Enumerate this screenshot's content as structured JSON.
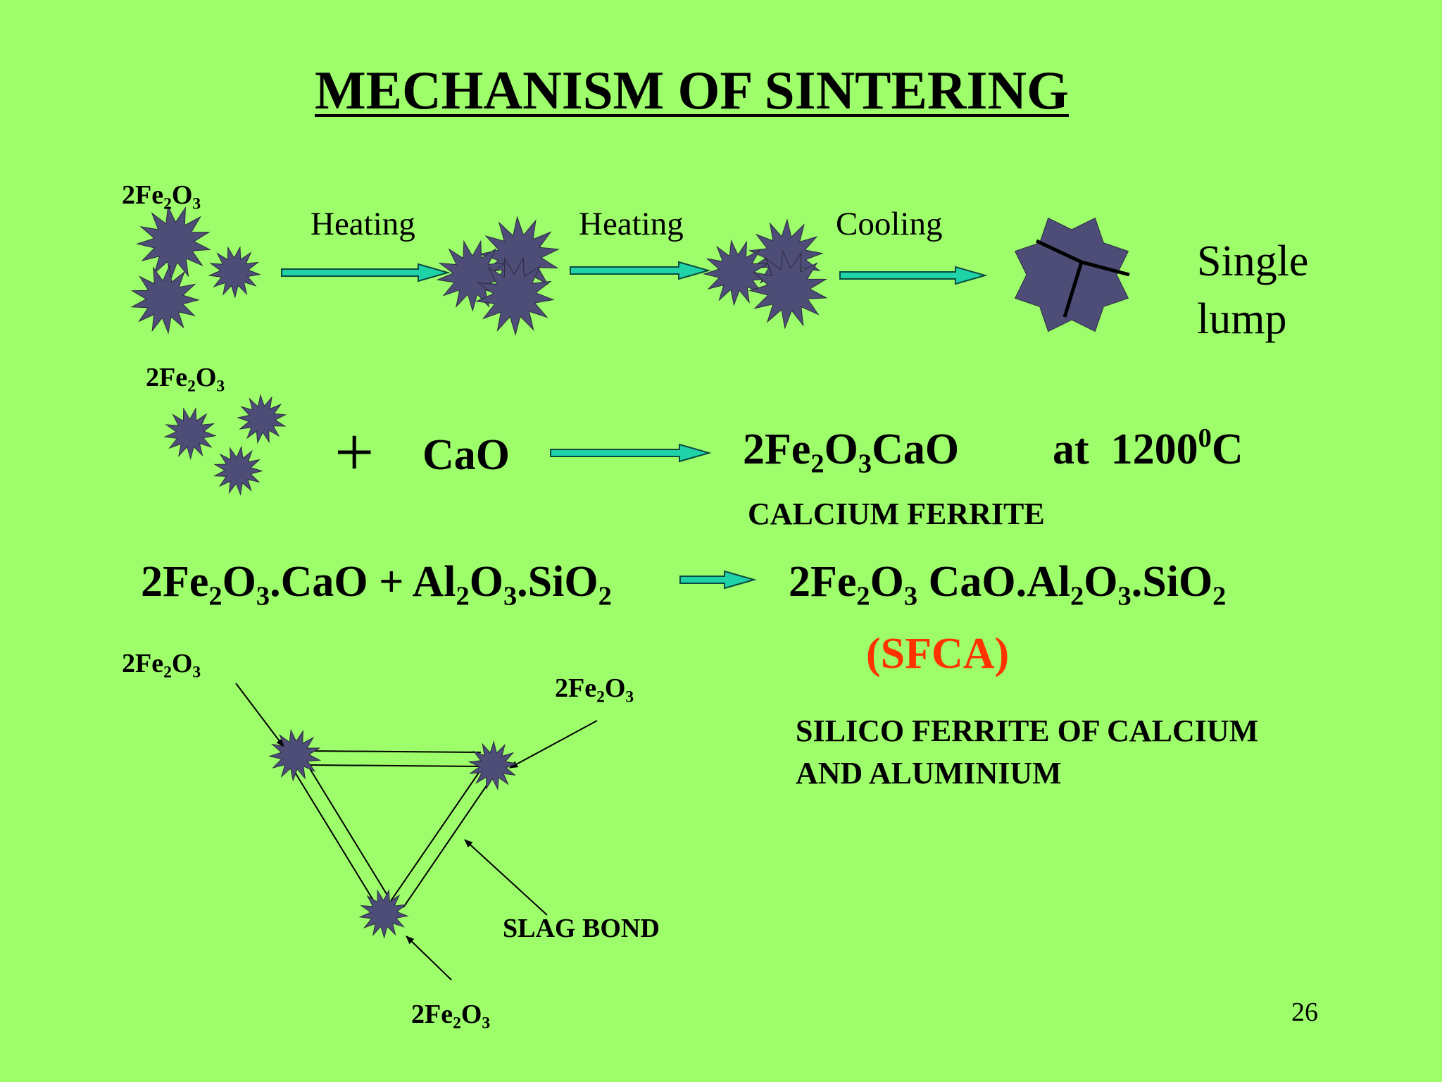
{
  "title": "MECHANISM OF SINTERING",
  "row1": {
    "label_formula": [
      "2Fe",
      "2",
      "O",
      "3"
    ],
    "steps": [
      "Heating",
      "Heating",
      "Cooling"
    ],
    "result": [
      "Single",
      "lump"
    ]
  },
  "row2": {
    "label_formula": [
      "2Fe",
      "2",
      "O",
      "3"
    ],
    "plus": "+",
    "reactant": "CaO",
    "product": [
      "2Fe",
      "2",
      "O",
      "3",
      "CaO"
    ],
    "condition": [
      "at  1200",
      "0",
      "C"
    ],
    "product_name": "CALCIUM FERRITE"
  },
  "row3": {
    "lhs": [
      "2Fe",
      "2",
      "O",
      "3",
      ".CaO + Al",
      "2",
      "O",
      "3",
      ".SiO",
      "2"
    ],
    "rhs": [
      "2Fe",
      "2",
      "O",
      "3",
      " CaO.Al",
      "2",
      "O",
      "3",
      ".SiO",
      "2"
    ],
    "abbrev": "(SFCA)",
    "abbrev_color": "#ff3300",
    "full_name": [
      "SILICO FERRITE OF CALCIUM",
      "AND ALUMINIUM"
    ]
  },
  "diagram": {
    "labels": [
      [
        "2Fe",
        "2",
        "O",
        "3"
      ],
      [
        "2Fe",
        "2",
        "O",
        "3"
      ],
      [
        "2Fe",
        "2",
        "O",
        "3"
      ]
    ],
    "bond_label": "SLAG BOND"
  },
  "page_number": "26",
  "colors": {
    "background": "#9efd6a",
    "particle": "#4d4d78",
    "arrow": "#1fd3a8",
    "accent": "#ff3300"
  }
}
